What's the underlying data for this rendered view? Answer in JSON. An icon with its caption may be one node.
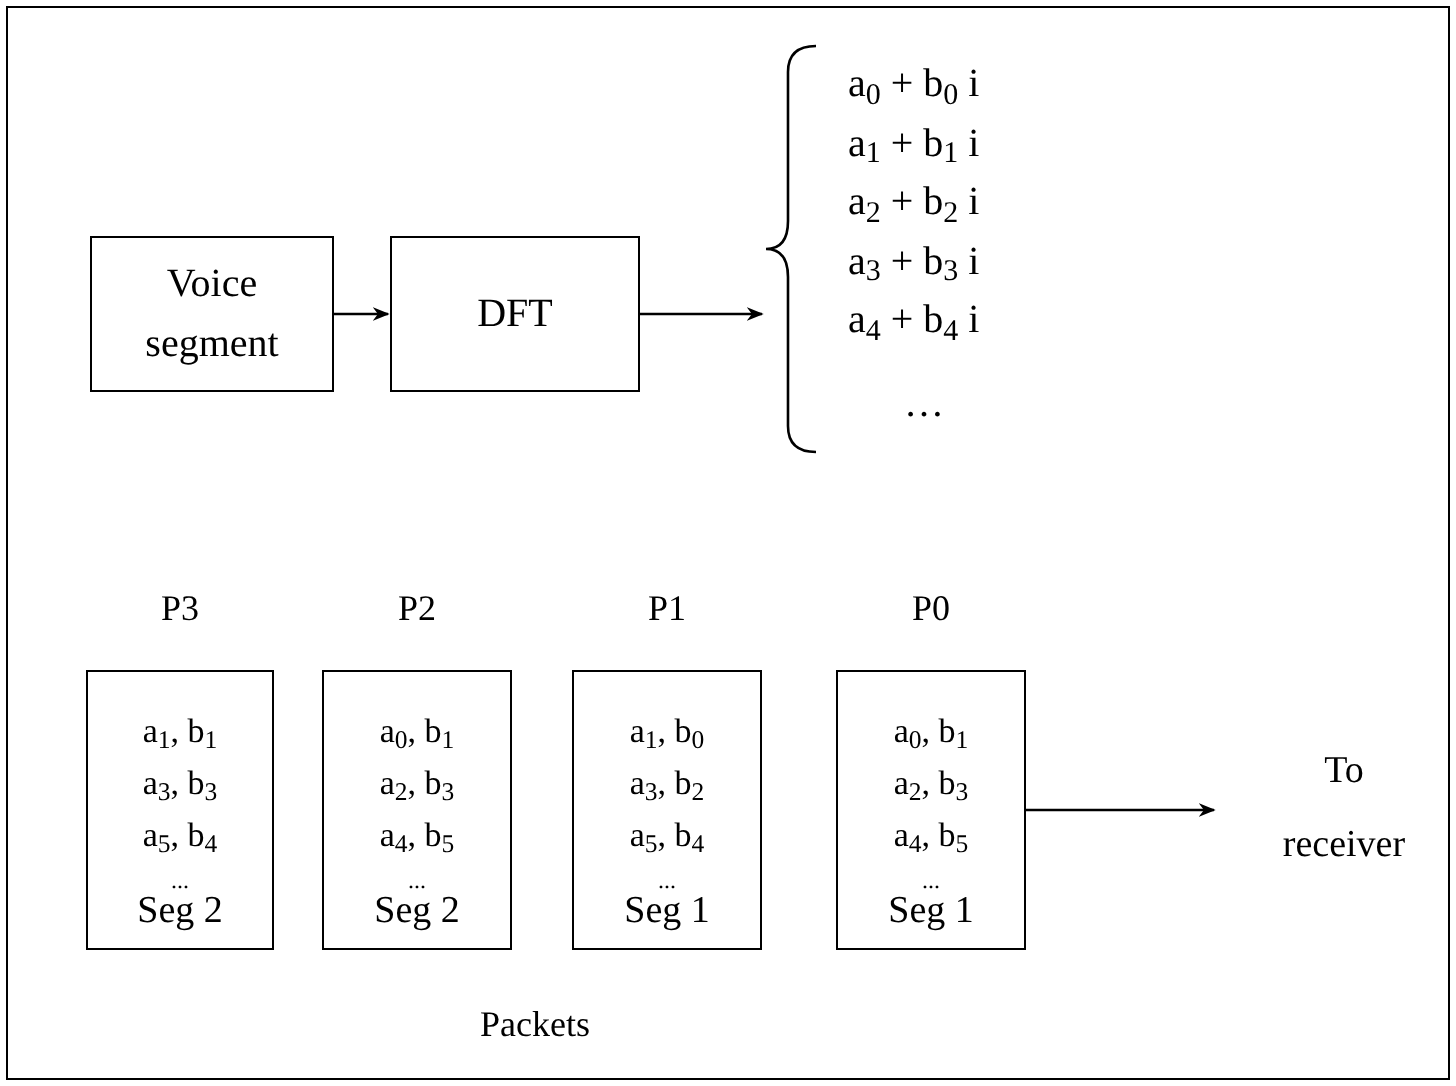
{
  "diagram": {
    "nodes": [
      {
        "text": [
          "Voice segment"
        ]
      },
      {
        "text": [
          "DFT"
        ]
      },
      {
        "text": [
          "a$_{0}$ + b$_{0}$ i",
          "a$_{1}$ + b$_{1}$ i",
          "a$_{2}$ + b$_{2}$ i",
          "a$_{3}$ + b$_{3}$ i",
          "a$_{4}$ + b$_{4}$ i",
          "…"
        ]
      },
      {
        "text": [
          "P3",
          "a$_{1}$, b$_{1}$",
          "a$_{3}$, b$_{3}$",
          "a$_{5}$, b$_{4}$",
          "...",
          "Seg 2"
        ]
      },
      {
        "text": [
          "P2",
          "a$_{0}$, b$_{1}$",
          "a$_{2}$, b$_{3}$",
          "a$_{4}$, b$_{5}$",
          "...",
          "Seg 2"
        ]
      },
      {
        "text": [
          "P1",
          "a$_{1}$, b$_{0}$",
          "a$_{3}$, b$_{2}$",
          "a$_{5}$, b$_{4}$",
          "...",
          "Seg 1"
        ]
      },
      {
        "text": [
          "P0",
          "a$_{0}$, b$_{1}$",
          "a$_{2}$, b$_{3}$",
          "a$_{4}$, b$_{5}$",
          "...",
          "Seg 1"
        ]
      },
      {
        "text": [
          "To receiver"
        ]
      }
    ],
    "edges": [
      {
        "from": 0,
        "to": 1,
        "arrow": "to"
      },
      {
        "from": 1,
        "to": 2,
        "arrow": "to"
      },
      {
        "from": 6,
        "to": 7,
        "arrow": "to"
      }
    ],
    "labels": [
      "Packets"
    ]
  }
}
